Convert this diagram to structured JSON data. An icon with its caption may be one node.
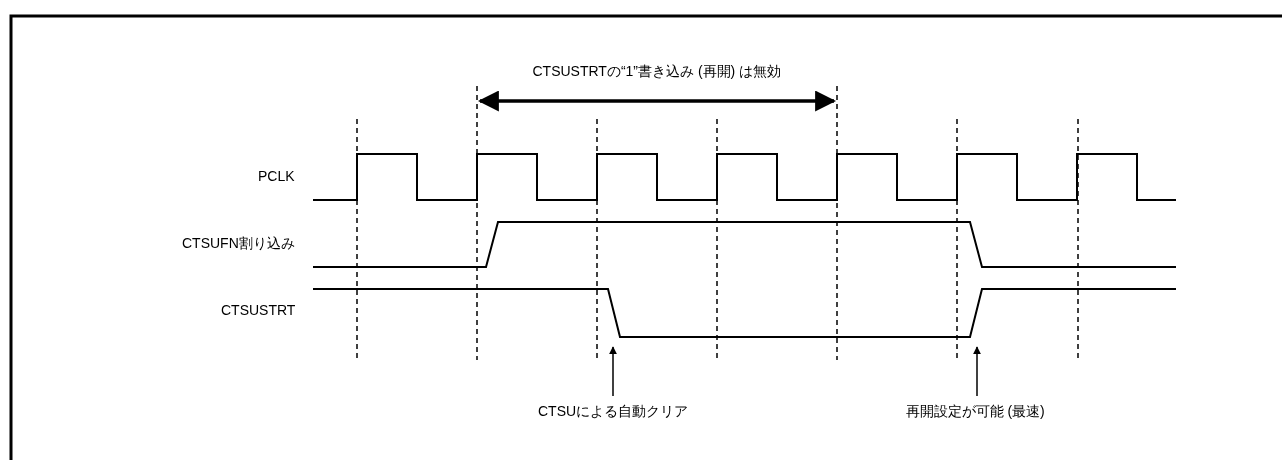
{
  "diagram": {
    "nodes": [
      {
        "text": [
          "CTSUによる自動クリア"
        ]
      },
      {
        "text": [
          "再開設定が可能 (最速)"
        ]
      }
    ],
    "edges": [
      {
        "from": 0,
        "to": null,
        "arrow": "to"
      },
      {
        "from": 1,
        "to": null,
        "arrow": "to"
      }
    ],
    "labels": [
      "CTSUSTRTの“1”書き込み (再開) は無効",
      "PCLK",
      "CTSUFN割り込み",
      "CTSUSTRT"
    ]
  }
}
